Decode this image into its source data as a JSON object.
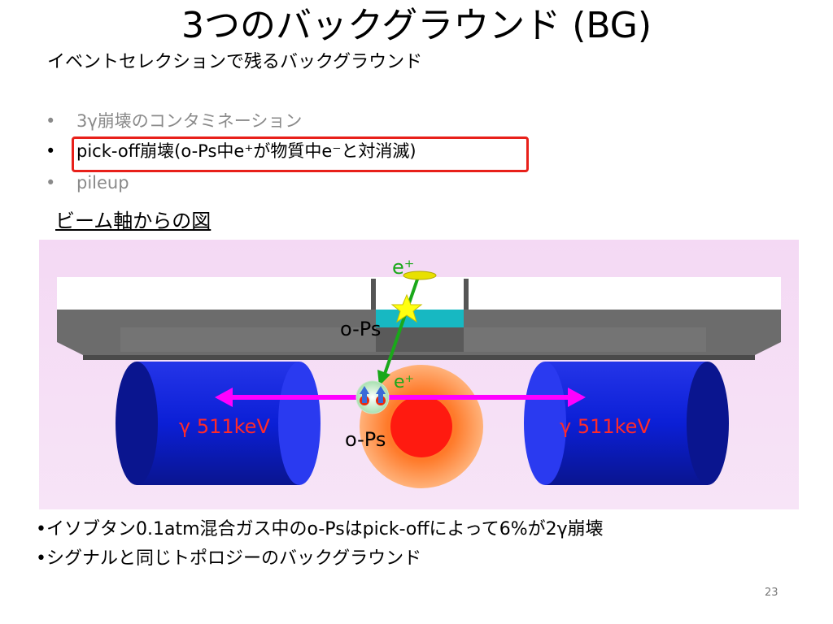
{
  "slide": {
    "title": "3つのバックグラウンド (BG)",
    "subtitle": "イベントセレクションで残るバックグラウンド",
    "bullet_symbol": "•",
    "bullets": [
      "3γ崩壊のコンタミネーション",
      "pick-off崩壊(o-Ps中e⁺が物質中e⁻と対消滅)",
      "pileup"
    ],
    "highlighted_bullet_index": 1,
    "beam_heading": "ビーム軸からの図",
    "diagram": {
      "positron_label_top": "e⁺",
      "positron_label_bottom": "e⁺",
      "ops_label_upper": "o-Ps",
      "ops_label_lower": "o-Ps",
      "gamma_left": "γ 511keV",
      "gamma_right": "γ 511keV"
    },
    "notes": [
      "•イソブタン0.1atm混合ガス中のo-Psはpick-offによって6%が2γ崩壊",
      "•シグナルと同じトポロジーのバックグラウンド"
    ],
    "page_number": "23",
    "colors": {
      "highlight_box": "#e8201a",
      "gamma_line": "#ff00ff",
      "positron_track": "#1aa81a",
      "detector_blue": "#0b1fd6",
      "gamma_text": "#ff2a2a",
      "label_green": "#1aa81a"
    }
  }
}
